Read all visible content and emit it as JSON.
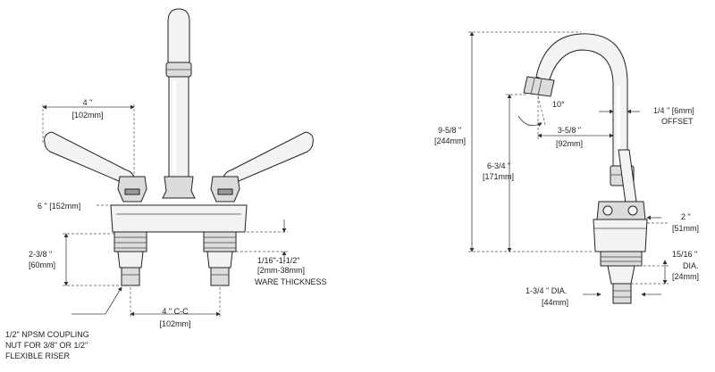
{
  "front_view": {
    "dim_handle_spread": {
      "inch": "4 \"",
      "mm": "[102mm]"
    },
    "dim_deck_height": {
      "text": "6 \" [152mm]"
    },
    "dim_shank_length": {
      "inch": "2-3/8 \"",
      "mm": "[60mm]"
    },
    "dim_center_to_center": {
      "inch": "4 \" C-C",
      "mm": "[102mm]"
    },
    "dim_ware_thickness": {
      "inch": "1/16\"-1-1/2\"",
      "mm": "[2mm-38mm]",
      "note": "WARE THICKNESS"
    },
    "coupling_note": {
      "line1": "1/2\" NPSM COUPLING",
      "line2": "NUT FOR 3/8\" OR 1/2\"",
      "line3": "FLEXIBLE RISER"
    }
  },
  "side_view": {
    "dim_overall_height": {
      "inch": "9-5/8 \"",
      "mm": "[244mm]"
    },
    "dim_spout_height": {
      "inch": "6-3/4 \"",
      "mm": "[171mm]"
    },
    "dim_spout_angle": {
      "text": "10°"
    },
    "dim_spout_reach": {
      "inch": "3-5/8 \"",
      "mm": "[92mm]"
    },
    "dim_offset": {
      "inch": "1/4 \" [6mm]",
      "note": "OFFSET"
    },
    "dim_base_height": {
      "inch": "2 \"",
      "mm": "[51mm]"
    },
    "dim_nut_dia": {
      "inch": "15/16 \"",
      "note": "DIA.",
      "mm": "[24mm]"
    },
    "dim_shank_dia": {
      "inch": "1-3/4 \" DIA.",
      "mm": "[44mm]"
    }
  }
}
